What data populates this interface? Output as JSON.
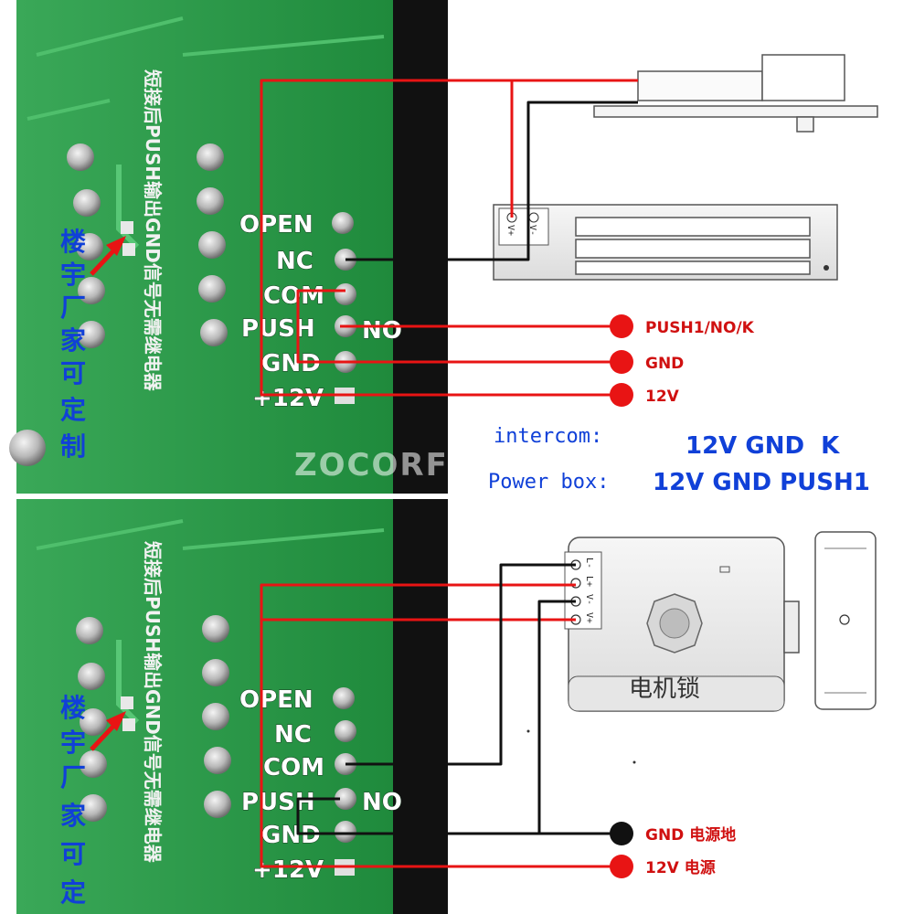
{
  "watermark": "ZOCORFID",
  "panel_top": {
    "board_vertical_text": "短接后PUSH输出GND信号无需继电器",
    "side_vertical_text": [
      "楼",
      "宇",
      "厂",
      "家",
      "可",
      "定",
      "制"
    ],
    "pins": {
      "open": "OPEN",
      "nc": "NC",
      "com": "COM",
      "push": "PUSH",
      "no": "NO",
      "gnd": "GND",
      "v12": "+12V"
    },
    "mag_lock_terminals": [
      "V+",
      "V-"
    ],
    "legend": [
      {
        "label": "PUSH1/NO/K",
        "dot_color": "#e81414"
      },
      {
        "label": "GND",
        "dot_color": "#e81414"
      },
      {
        "label": "12V",
        "dot_color": "#e81414"
      }
    ],
    "intercom_label": "intercom:",
    "intercom_values": "12V GND  K",
    "power_box_label": "Power box:",
    "power_box_values": "12V GND PUSH1"
  },
  "panel_bottom": {
    "board_vertical_text": "短接后PUSH输出GND信号无需继电器",
    "side_vertical_text": [
      "楼",
      "宇",
      "厂",
      "家",
      "可",
      "定"
    ],
    "pins": {
      "open": "OPEN",
      "nc": "NC",
      "com": "COM",
      "push": "PUSH",
      "no": "NO",
      "gnd": "GND",
      "v12": "+12V"
    },
    "motor_lock_label": "电机锁",
    "motor_lock_terminals": [
      "L-",
      "L+",
      "V-",
      "V+"
    ],
    "legend": [
      {
        "label": "GND 电源地",
        "dot_color": "#111111"
      },
      {
        "label": "12V 电源",
        "dot_color": "#e81414"
      }
    ]
  },
  "colors": {
    "board_green": "#2e9a4a",
    "wire_red": "#e81414",
    "wire_black": "#111111",
    "label_blue": "#1040d8"
  }
}
